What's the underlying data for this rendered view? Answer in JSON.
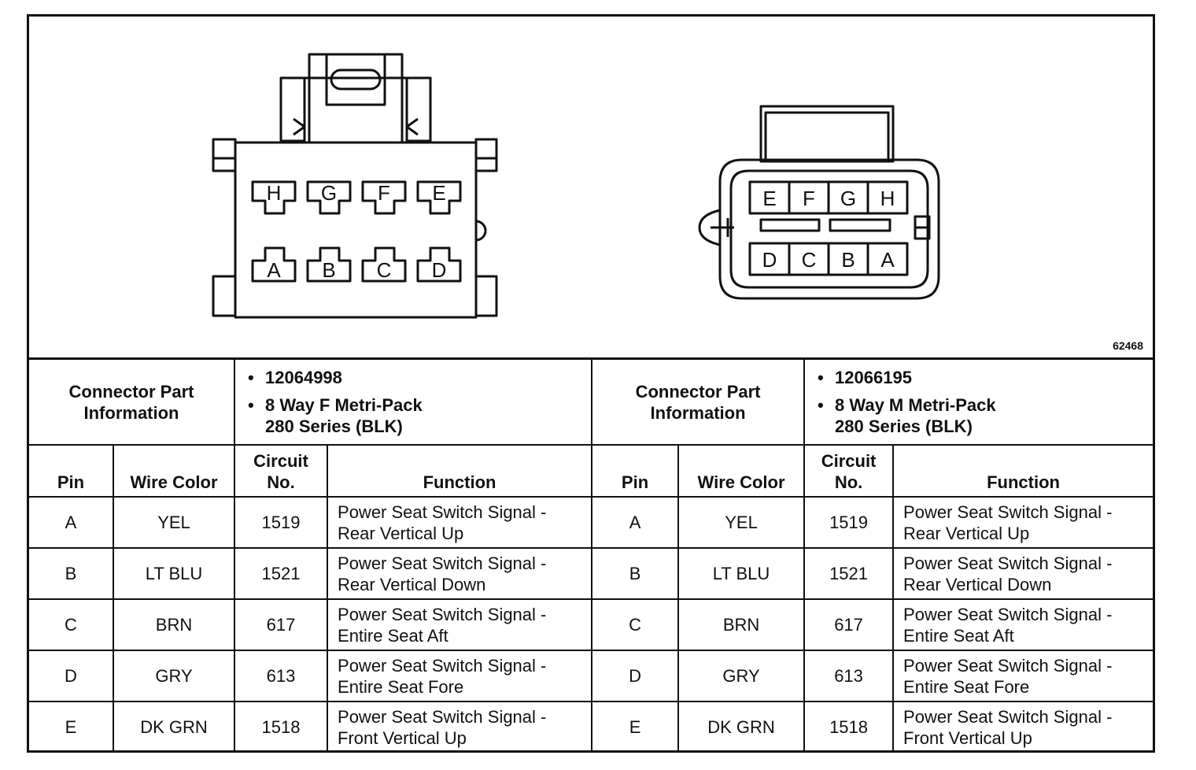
{
  "figure_id": "62468",
  "left_connector": {
    "top_pins": [
      "H",
      "G",
      "F",
      "E"
    ],
    "bottom_pins": [
      "A",
      "B",
      "C",
      "D"
    ]
  },
  "right_connector": {
    "top_pins": [
      "E",
      "F",
      "G",
      "H"
    ],
    "bottom_pins": [
      "D",
      "C",
      "B",
      "A"
    ]
  },
  "connectors": [
    {
      "info_label_line1": "Connector Part",
      "info_label_line2": "Information",
      "part_number": "12064998",
      "desc_line1": "8 Way F Metri-Pack",
      "desc_line2": "280 Series (BLK)"
    },
    {
      "info_label_line1": "Connector Part",
      "info_label_line2": "Information",
      "part_number": "12066195",
      "desc_line1": "8 Way M Metri-Pack",
      "desc_line2": "280 Series (BLK)"
    }
  ],
  "headers": {
    "pin": "Pin",
    "wire_color": "Wire Color",
    "circuit_line1": "Circuit",
    "circuit_line2": "No.",
    "function": "Function"
  },
  "rows": [
    {
      "pin": "A",
      "color": "YEL",
      "circuit": "1519",
      "fn1": "Power Seat Switch Signal -",
      "fn2": "Rear Vertical Up"
    },
    {
      "pin": "B",
      "color": "LT BLU",
      "circuit": "1521",
      "fn1": "Power Seat Switch Signal -",
      "fn2": "Rear Vertical Down"
    },
    {
      "pin": "C",
      "color": "BRN",
      "circuit": "617",
      "fn1": "Power Seat Switch Signal -",
      "fn2": "Entire Seat Aft"
    },
    {
      "pin": "D",
      "color": "GRY",
      "circuit": "613",
      "fn1": "Power Seat Switch Signal -",
      "fn2": "Entire Seat Fore"
    },
    {
      "pin": "E",
      "color": "DK GRN",
      "circuit": "1518",
      "fn1": "Power Seat Switch Signal -",
      "fn2": "Front Vertical Up"
    }
  ]
}
